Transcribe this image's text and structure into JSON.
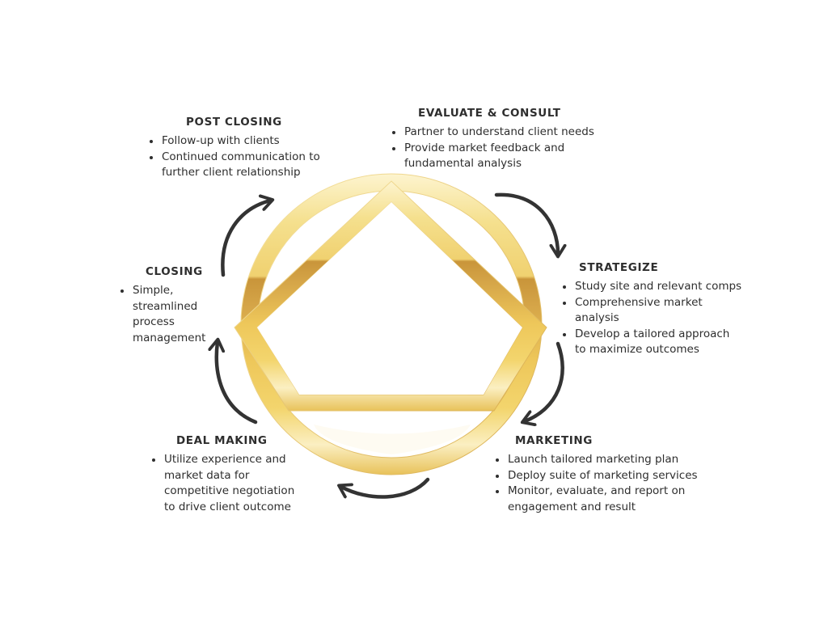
{
  "stages": {
    "post_closing": {
      "title": "POST CLOSING",
      "bullets": [
        "Follow-up with clients",
        "Continued communication to further client relationship"
      ]
    },
    "evaluate_consult": {
      "title": "EVALUATE & CONSULT",
      "bullets": [
        "Partner to understand client needs",
        "Provide market feedback and fundamental analysis"
      ]
    },
    "strategize": {
      "title": "STRATEGIZE",
      "bullets": [
        "Study site and relevant comps",
        "Comprehensive market analysis",
        "Develop a tailored approach to maximize outcomes"
      ]
    },
    "marketing": {
      "title": "MARKETING",
      "bullets": [
        "Launch tailored marketing plan",
        "Deploy suite of marketing services",
        "Monitor, evaluate, and report on engagement and result"
      ]
    },
    "deal_making": {
      "title": "DEAL MAKING",
      "bullets": [
        "Utilize experience and market data for competitive negotiation to drive client outcome"
      ]
    },
    "closing": {
      "title": "CLOSING",
      "bullets": [
        "Simple, streamlined process management"
      ]
    }
  },
  "colors": {
    "gold_light": "#fdf3c8",
    "gold_mid": "#f0cf63",
    "gold_dark": "#c9953a",
    "arrow": "#333333",
    "text": "#2e2e2e"
  },
  "icons": {
    "emblem": "gold-circle-triangle-emblem",
    "arrows": "curved-cycle-arrow"
  }
}
